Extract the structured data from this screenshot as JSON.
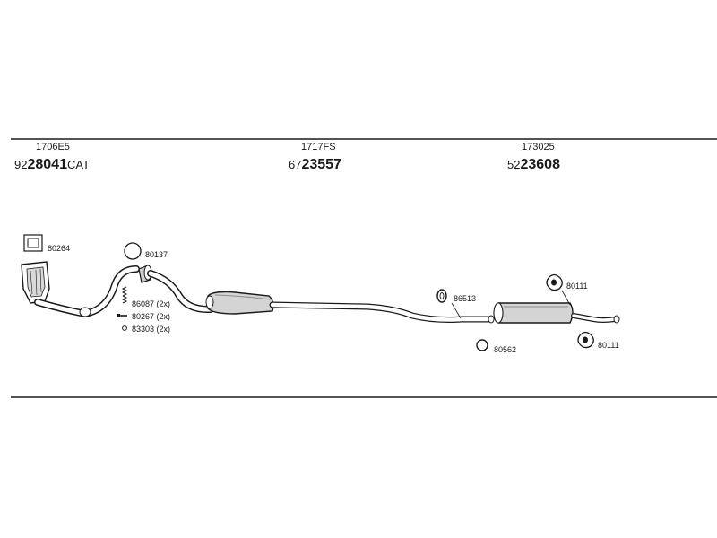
{
  "sections": [
    {
      "ref": "1706E5",
      "pn_prefix": "92",
      "pn_main": "28041",
      "pn_suffix": "CAT"
    },
    {
      "ref": "1717FS",
      "pn_prefix": "67",
      "pn_main": "23557",
      "pn_suffix": ""
    },
    {
      "ref": "173025",
      "pn_prefix": "52",
      "pn_main": "23608",
      "pn_suffix": ""
    }
  ],
  "labels": {
    "gasket_front": "80264",
    "ring_seal": "80137",
    "spring": "86087 (2x)",
    "bolt": "80267 (2x)",
    "nut": "83303 (2x)",
    "clamp": "86513",
    "ring_rear": "80562",
    "hanger_top": "80111",
    "hanger_bottom": "80111"
  }
}
